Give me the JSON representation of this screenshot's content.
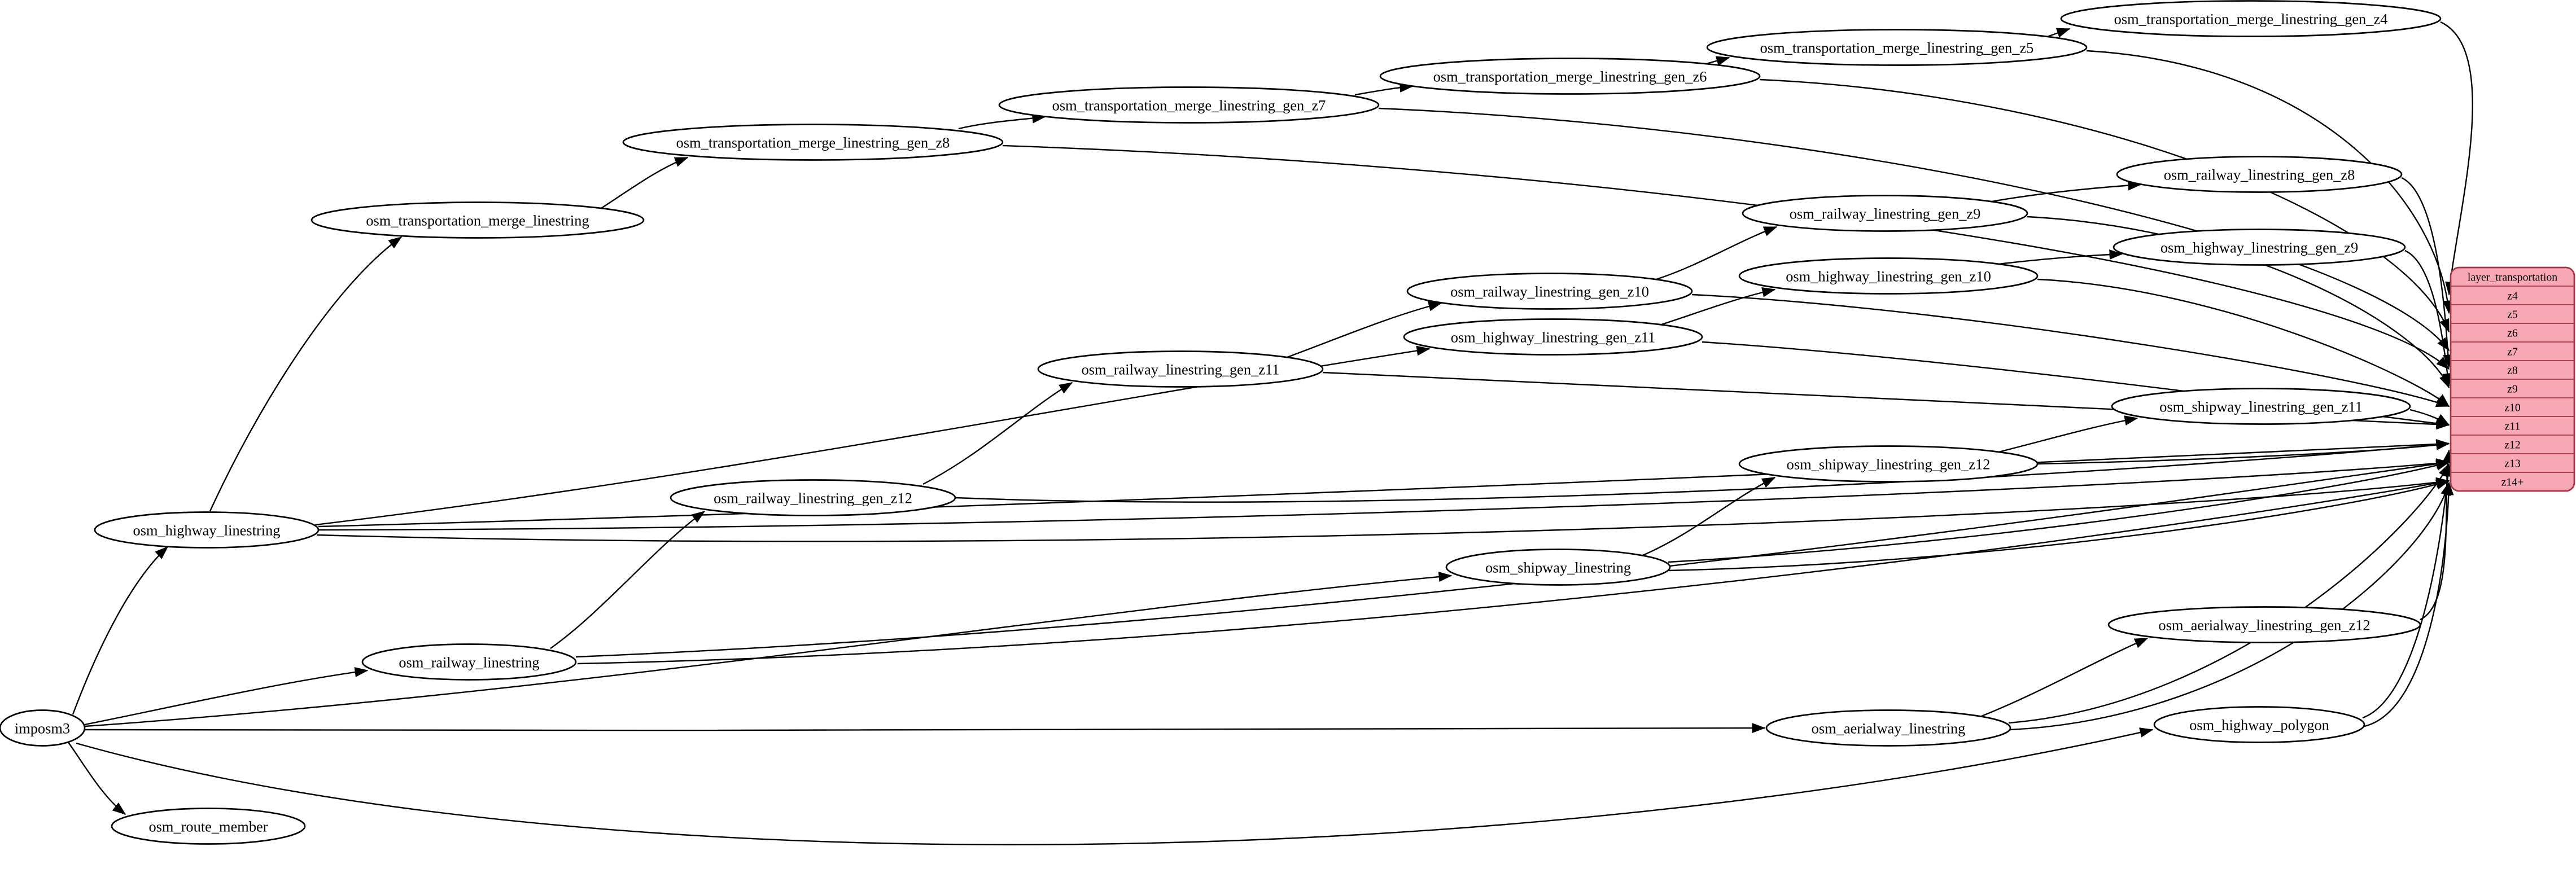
{
  "nodes": {
    "imposm3": "imposm3",
    "osm_highway_linestring": "osm_highway_linestring",
    "osm_railway_linestring": "osm_railway_linestring",
    "osm_shipway_linestring": "osm_shipway_linestring",
    "osm_aerialway_linestring": "osm_aerialway_linestring",
    "osm_route_member": "osm_route_member",
    "osm_highway_polygon": "osm_highway_polygon",
    "osm_transportation_merge_linestring": "osm_transportation_merge_linestring",
    "osm_transportation_merge_linestring_gen_z8": "osm_transportation_merge_linestring_gen_z8",
    "osm_transportation_merge_linestring_gen_z7": "osm_transportation_merge_linestring_gen_z7",
    "osm_transportation_merge_linestring_gen_z6": "osm_transportation_merge_linestring_gen_z6",
    "osm_transportation_merge_linestring_gen_z5": "osm_transportation_merge_linestring_gen_z5",
    "osm_transportation_merge_linestring_gen_z4": "osm_transportation_merge_linestring_gen_z4",
    "osm_railway_linestring_gen_z12": "osm_railway_linestring_gen_z12",
    "osm_railway_linestring_gen_z11": "osm_railway_linestring_gen_z11",
    "osm_railway_linestring_gen_z10": "osm_railway_linestring_gen_z10",
    "osm_railway_linestring_gen_z9": "osm_railway_linestring_gen_z9",
    "osm_railway_linestring_gen_z8": "osm_railway_linestring_gen_z8",
    "osm_highway_linestring_gen_z11": "osm_highway_linestring_gen_z11",
    "osm_highway_linestring_gen_z10": "osm_highway_linestring_gen_z10",
    "osm_highway_linestring_gen_z9": "osm_highway_linestring_gen_z9",
    "osm_shipway_linestring_gen_z12": "osm_shipway_linestring_gen_z12",
    "osm_shipway_linestring_gen_z11": "osm_shipway_linestring_gen_z11",
    "osm_aerialway_linestring_gen_z12": "osm_aerialway_linestring_gen_z12"
  },
  "layer": {
    "title": "layer_transportation",
    "rows": [
      "z4",
      "z5",
      "z6",
      "z7",
      "z8",
      "z9",
      "z10",
      "z11",
      "z12",
      "z13",
      "z14+"
    ]
  },
  "colors": {
    "layer_fill": "#f7a8b4",
    "layer_border": "#a63446",
    "node_fill": "#ffffff",
    "node_border": "#000000",
    "edge": "#000000"
  },
  "edges": [
    [
      "imposm3",
      "osm_highway_linestring"
    ],
    [
      "imposm3",
      "osm_railway_linestring"
    ],
    [
      "imposm3",
      "osm_shipway_linestring"
    ],
    [
      "imposm3",
      "osm_aerialway_linestring"
    ],
    [
      "imposm3",
      "osm_route_member"
    ],
    [
      "imposm3",
      "osm_highway_polygon"
    ],
    [
      "osm_highway_linestring",
      "osm_transportation_merge_linestring"
    ],
    [
      "osm_highway_linestring",
      "osm_highway_linestring_gen_z11"
    ],
    [
      "osm_highway_linestring_gen_z11",
      "osm_highway_linestring_gen_z10"
    ],
    [
      "osm_highway_linestring_gen_z10",
      "osm_highway_linestring_gen_z9"
    ],
    [
      "osm_railway_linestring",
      "osm_railway_linestring_gen_z12"
    ],
    [
      "osm_railway_linestring_gen_z12",
      "osm_railway_linestring_gen_z11"
    ],
    [
      "osm_railway_linestring_gen_z11",
      "osm_railway_linestring_gen_z10"
    ],
    [
      "osm_railway_linestring_gen_z10",
      "osm_railway_linestring_gen_z9"
    ],
    [
      "osm_railway_linestring_gen_z9",
      "osm_railway_linestring_gen_z8"
    ],
    [
      "osm_transportation_merge_linestring",
      "osm_transportation_merge_linestring_gen_z8"
    ],
    [
      "osm_transportation_merge_linestring_gen_z8",
      "osm_transportation_merge_linestring_gen_z7"
    ],
    [
      "osm_transportation_merge_linestring_gen_z7",
      "osm_transportation_merge_linestring_gen_z6"
    ],
    [
      "osm_transportation_merge_linestring_gen_z6",
      "osm_transportation_merge_linestring_gen_z5"
    ],
    [
      "osm_transportation_merge_linestring_gen_z5",
      "osm_transportation_merge_linestring_gen_z4"
    ],
    [
      "osm_shipway_linestring",
      "osm_shipway_linestring_gen_z12"
    ],
    [
      "osm_shipway_linestring_gen_z12",
      "osm_shipway_linestring_gen_z11"
    ],
    [
      "osm_aerialway_linestring",
      "osm_aerialway_linestring_gen_z12"
    ],
    [
      "osm_transportation_merge_linestring_gen_z4",
      "layer_transportation.z4"
    ],
    [
      "osm_transportation_merge_linestring_gen_z5",
      "layer_transportation.z5"
    ],
    [
      "osm_transportation_merge_linestring_gen_z6",
      "layer_transportation.z6"
    ],
    [
      "osm_transportation_merge_linestring_gen_z7",
      "layer_transportation.z7"
    ],
    [
      "osm_transportation_merge_linestring_gen_z8",
      "layer_transportation.z8"
    ],
    [
      "osm_railway_linestring_gen_z8",
      "layer_transportation.z8"
    ],
    [
      "osm_railway_linestring_gen_z9",
      "layer_transportation.z9"
    ],
    [
      "osm_highway_linestring_gen_z9",
      "layer_transportation.z9"
    ],
    [
      "osm_railway_linestring_gen_z10",
      "layer_transportation.z10"
    ],
    [
      "osm_highway_linestring_gen_z10",
      "layer_transportation.z10"
    ],
    [
      "osm_railway_linestring_gen_z11",
      "layer_transportation.z11"
    ],
    [
      "osm_highway_linestring_gen_z11",
      "layer_transportation.z11"
    ],
    [
      "osm_shipway_linestring_gen_z11",
      "layer_transportation.z11"
    ],
    [
      "osm_railway_linestring_gen_z12",
      "layer_transportation.z12"
    ],
    [
      "osm_shipway_linestring_gen_z12",
      "layer_transportation.z12"
    ],
    [
      "osm_aerialway_linestring_gen_z12",
      "layer_transportation.z12"
    ],
    [
      "osm_highway_linestring",
      "layer_transportation.z12"
    ],
    [
      "osm_highway_linestring",
      "layer_transportation.z13"
    ],
    [
      "osm_highway_linestring",
      "layer_transportation.z14+"
    ],
    [
      "osm_railway_linestring",
      "layer_transportation.z13"
    ],
    [
      "osm_railway_linestring",
      "layer_transportation.z14+"
    ],
    [
      "osm_shipway_linestring",
      "layer_transportation.z13"
    ],
    [
      "osm_shipway_linestring",
      "layer_transportation.z14+"
    ],
    [
      "osm_aerialway_linestring",
      "layer_transportation.z13"
    ],
    [
      "osm_aerialway_linestring",
      "layer_transportation.z14+"
    ],
    [
      "osm_highway_polygon",
      "layer_transportation.z13"
    ],
    [
      "osm_highway_polygon",
      "layer_transportation.z14+"
    ]
  ]
}
